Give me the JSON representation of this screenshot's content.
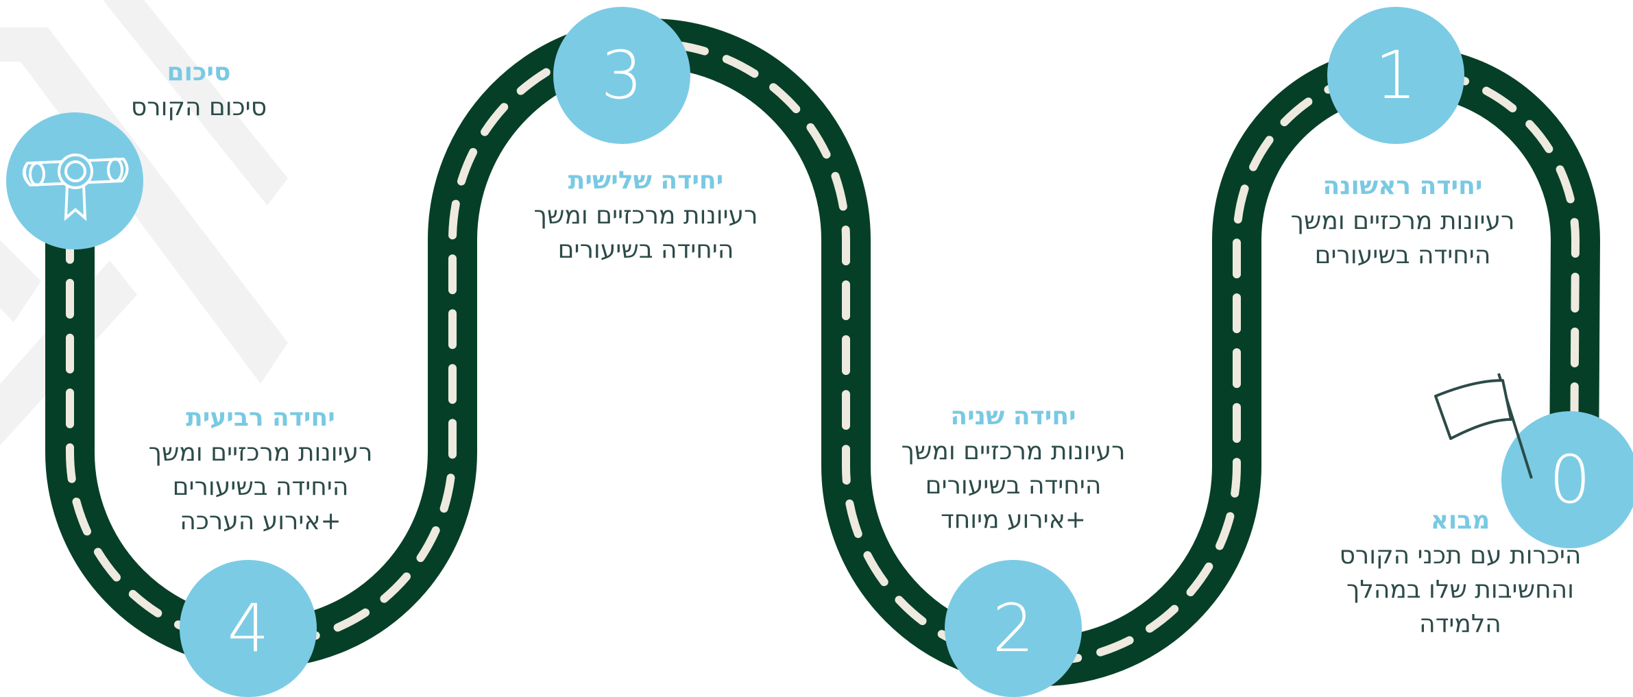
{
  "colors": {
    "road": "#063f27",
    "dash": "#eeeae0",
    "circle": "#7ccbe5",
    "title": "#79c9e3",
    "text": "#2c4b48",
    "watermark": "#efefef"
  },
  "stops": [
    {
      "number": "0",
      "title": "מבוא",
      "lines": [
        "היכרות עם תכני הקורס",
        "והחשיבות שלו במהלך",
        "הלמידה"
      ]
    },
    {
      "number": "1",
      "title": "יחידה ראשונה",
      "lines": [
        "רעיונות מרכזיים ומשך",
        "היחידה בשיעורים"
      ]
    },
    {
      "number": "2",
      "title": "יחידה שניה",
      "lines": [
        "רעיונות מרכזיים ומשך",
        "היחידה בשיעורים",
        "+אירוע מיוחד"
      ]
    },
    {
      "number": "3",
      "title": "יחידה שלישית",
      "lines": [
        "רעיונות מרכזיים ומשך",
        "היחידה בשיעורים"
      ]
    },
    {
      "number": "4",
      "title": "יחידה רביעית",
      "lines": [
        "רעיונות מרכזיים ומשך",
        "היחידה בשיעורים",
        "+אירוע הערכה"
      ]
    },
    {
      "number": "",
      "title": "סיכום",
      "lines": [
        "סיכום הקורס"
      ]
    }
  ],
  "icons": {
    "start": "flag-icon",
    "end": "diploma-icon"
  }
}
